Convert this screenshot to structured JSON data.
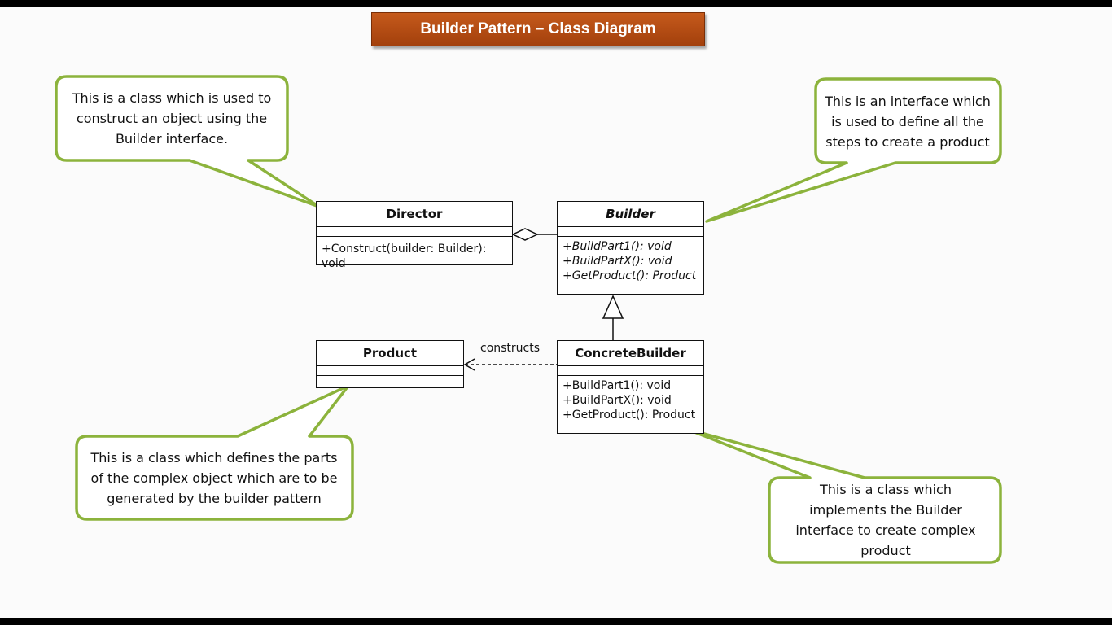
{
  "title": "Builder Pattern – Class Diagram",
  "classes": {
    "director": {
      "name": "Director",
      "operations": [
        "+Construct(builder: Builder): void"
      ]
    },
    "builder": {
      "name": "Builder",
      "operations": [
        "+BuildPart1(): void",
        "+BuildPartX(): void",
        "+GetProduct(): Product"
      ]
    },
    "product": {
      "name": "Product",
      "operations": []
    },
    "concrete_builder": {
      "name": "ConcreteBuilder",
      "operations": [
        "+BuildPart1(): void",
        "+BuildPartX(): void",
        "+GetProduct(): Product"
      ]
    }
  },
  "relations": {
    "constructs_label": "constructs"
  },
  "callouts": {
    "director_note": "This is a class which is used to construct an object using the Builder interface.",
    "builder_note": "This is an interface which is used to define all the steps to create a product",
    "product_note": "This is a class which defines the parts of the complex object which are to be generated by the builder pattern",
    "concrete_builder_note": "This is a class which implements the Builder interface to create complex product"
  },
  "colors": {
    "callout_border": "#8cb33c",
    "title_bg": "#b44d14"
  }
}
